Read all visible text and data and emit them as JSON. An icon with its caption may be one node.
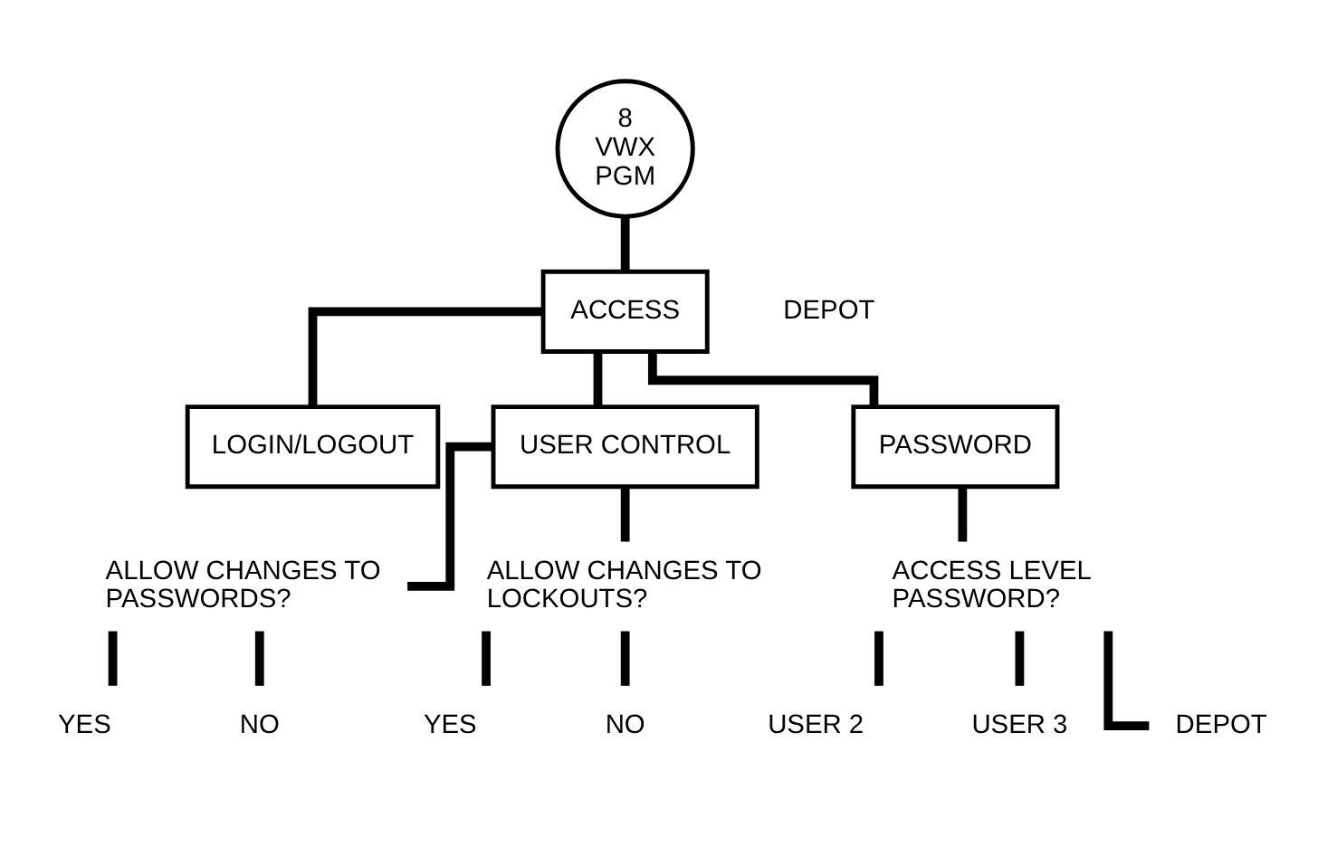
{
  "diagram": {
    "nodes": [
      {
        "text": [
          "8",
          "VWX",
          "PGM"
        ]
      },
      {
        "text": [
          "ACCESS"
        ],
        "beside": [
          "DEPOT"
        ]
      },
      {
        "text": [
          "LOGIN/LOGOUT"
        ]
      },
      {
        "text": [
          "USER CONTROL"
        ]
      },
      {
        "text": [
          "PASSWORD"
        ]
      },
      {
        "text": [
          "ALLOW CHANGES TO PASSWORDS?"
        ]
      },
      {
        "text": [
          "YES"
        ]
      },
      {
        "text": [
          "NO"
        ]
      },
      {
        "text": [
          "ALLOW CHANGES TO LOCKOUTS?"
        ]
      },
      {
        "text": [
          "YES"
        ]
      },
      {
        "text": [
          "NO"
        ]
      },
      {
        "text": [
          "ACCESS LEVEL PASSWORD?"
        ]
      },
      {
        "text": [
          "USER 2"
        ]
      },
      {
        "text": [
          "USER 3"
        ]
      },
      {
        "text": [
          "DEPOT"
        ]
      }
    ],
    "edges": [
      {
        "from": 0,
        "to": 1,
        "arrow": "none"
      },
      {
        "from": 1,
        "to": 2,
        "arrow": "none"
      },
      {
        "from": 1,
        "to": 3,
        "arrow": "none"
      },
      {
        "from": 1,
        "to": 4,
        "arrow": "none"
      },
      {
        "from": 3,
        "to": 5,
        "arrow": "none"
      },
      {
        "from": 5,
        "to": 6,
        "arrow": "none"
      },
      {
        "from": 5,
        "to": 7,
        "arrow": "none"
      },
      {
        "from": 3,
        "to": 8,
        "arrow": "none"
      },
      {
        "from": 8,
        "to": 9,
        "arrow": "none"
      },
      {
        "from": 8,
        "to": 10,
        "arrow": "none"
      },
      {
        "from": 4,
        "to": 11,
        "arrow": "none"
      },
      {
        "from": 11,
        "to": 12,
        "arrow": "none"
      },
      {
        "from": 11,
        "to": 13,
        "arrow": "none"
      },
      {
        "from": 11,
        "to": 14,
        "arrow": "none"
      }
    ]
  }
}
